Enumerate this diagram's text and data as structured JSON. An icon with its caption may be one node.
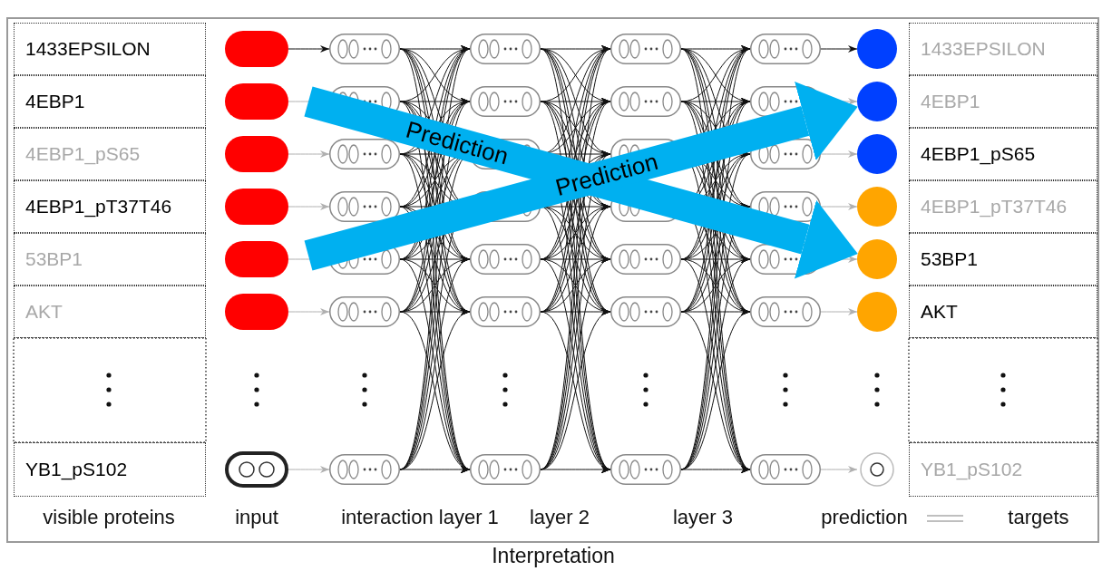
{
  "diagram": {
    "caption": "Interpretation",
    "nodes": [
      {
        "text": [
          "1433EPSILON"
        ]
      },
      {
        "text": [],
        "shape": "oval"
      },
      {
        "text": [],
        "shape": "capsule"
      },
      {
        "text": [],
        "shape": "capsule"
      },
      {
        "text": [],
        "shape": "capsule"
      },
      {
        "text": [],
        "shape": "capsule"
      },
      {
        "text": [],
        "shape": "circle"
      },
      {
        "text": [
          "1433EPSILON"
        ]
      },
      {
        "text": [
          "4EBP1"
        ]
      },
      {
        "text": [],
        "shape": "oval"
      },
      {
        "text": [],
        "shape": "capsule"
      },
      {
        "text": [],
        "shape": "capsule"
      },
      {
        "text": [],
        "shape": "capsule"
      },
      {
        "text": [],
        "shape": "capsule"
      },
      {
        "text": [],
        "shape": "circle"
      },
      {
        "text": [
          "4EBP1"
        ]
      },
      {
        "text": [
          "4EBP1_pS65"
        ]
      },
      {
        "text": [],
        "shape": "oval"
      },
      {
        "text": [],
        "shape": "capsule"
      },
      {
        "text": [],
        "shape": "capsule"
      },
      {
        "text": [],
        "shape": "capsule"
      },
      {
        "text": [],
        "shape": "capsule"
      },
      {
        "text": [],
        "shape": "circle"
      },
      {
        "text": [
          "4EBP1_pS65"
        ]
      },
      {
        "text": [
          "4EBP1_pT37T46"
        ]
      },
      {
        "text": [],
        "shape": "oval"
      },
      {
        "text": [],
        "shape": "capsule"
      },
      {
        "text": [],
        "shape": "capsule"
      },
      {
        "text": [],
        "shape": "capsule"
      },
      {
        "text": [],
        "shape": "capsule"
      },
      {
        "text": [],
        "shape": "circle"
      },
      {
        "text": [
          "4EBP1_pT37T46"
        ]
      },
      {
        "text": [
          "53BP1"
        ]
      },
      {
        "text": [],
        "shape": "oval"
      },
      {
        "text": [],
        "shape": "capsule"
      },
      {
        "text": [],
        "shape": "capsule"
      },
      {
        "text": [],
        "shape": "capsule"
      },
      {
        "text": [],
        "shape": "capsule"
      },
      {
        "text": [],
        "shape": "circle"
      },
      {
        "text": [
          "53BP1"
        ]
      },
      {
        "text": [
          "AKT"
        ]
      },
      {
        "text": [],
        "shape": "oval"
      },
      {
        "text": [],
        "shape": "capsule"
      },
      {
        "text": [],
        "shape": "capsule"
      },
      {
        "text": [],
        "shape": "capsule"
      },
      {
        "text": [],
        "shape": "capsule"
      },
      {
        "text": [],
        "shape": "circle"
      },
      {
        "text": [
          "AKT"
        ]
      },
      {
        "text": [
          "YB1_pS102"
        ]
      },
      {
        "text": [],
        "shape": "oval"
      },
      {
        "text": [],
        "shape": "capsule"
      },
      {
        "text": [],
        "shape": "capsule"
      },
      {
        "text": [],
        "shape": "capsule"
      },
      {
        "text": [],
        "shape": "capsule"
      },
      {
        "text": [],
        "shape": "circle"
      },
      {
        "text": [
          "YB1_pS102"
        ]
      }
    ],
    "edges": [
      {
        "from": 1,
        "to": 2,
        "arrow": "to"
      },
      {
        "from": 9,
        "to": 10,
        "arrow": "to",
        "color": "#b0b0b0"
      },
      {
        "from": 17,
        "to": 18,
        "arrow": "to",
        "color": "#b0b0b0"
      },
      {
        "from": 25,
        "to": 26,
        "arrow": "to",
        "color": "#b0b0b0"
      },
      {
        "from": 33,
        "to": 34,
        "arrow": "to",
        "color": "#b0b0b0"
      },
      {
        "from": 41,
        "to": 42,
        "arrow": "to",
        "color": "#b0b0b0"
      },
      {
        "from": 49,
        "to": 50,
        "arrow": "to",
        "color": "#b0b0b0"
      },
      {
        "from": 2,
        "to": 3,
        "arrow": "to"
      },
      {
        "from": 2,
        "to": 11,
        "arrow": "to"
      },
      {
        "from": 2,
        "to": 19,
        "arrow": "to"
      },
      {
        "from": 2,
        "to": 27,
        "arrow": "to"
      },
      {
        "from": 2,
        "to": 35,
        "arrow": "to"
      },
      {
        "from": 2,
        "to": 43,
        "arrow": "to"
      },
      {
        "from": 2,
        "to": 51,
        "arrow": "to"
      },
      {
        "from": 10,
        "to": 3,
        "arrow": "to"
      },
      {
        "from": 10,
        "to": 11,
        "arrow": "to"
      },
      {
        "from": 10,
        "to": 19,
        "arrow": "to"
      },
      {
        "from": 10,
        "to": 27,
        "arrow": "to"
      },
      {
        "from": 10,
        "to": 35,
        "arrow": "to"
      },
      {
        "from": 10,
        "to": 43,
        "arrow": "to"
      },
      {
        "from": 10,
        "to": 51,
        "arrow": "to"
      },
      {
        "from": 18,
        "to": 3,
        "arrow": "to"
      },
      {
        "from": 18,
        "to": 11,
        "arrow": "to"
      },
      {
        "from": 18,
        "to": 19,
        "arrow": "to"
      },
      {
        "from": 18,
        "to": 27,
        "arrow": "to"
      },
      {
        "from": 18,
        "to": 35,
        "arrow": "to"
      },
      {
        "from": 18,
        "to": 43,
        "arrow": "to"
      },
      {
        "from": 18,
        "to": 51,
        "arrow": "to"
      },
      {
        "from": 26,
        "to": 3,
        "arrow": "to"
      },
      {
        "from": 26,
        "to": 11,
        "arrow": "to"
      },
      {
        "from": 26,
        "to": 19,
        "arrow": "to"
      },
      {
        "from": 26,
        "to": 27,
        "arrow": "to"
      },
      {
        "from": 26,
        "to": 35,
        "arrow": "to"
      },
      {
        "from": 26,
        "to": 43,
        "arrow": "to"
      },
      {
        "from": 26,
        "to": 51,
        "arrow": "to"
      },
      {
        "from": 34,
        "to": 3,
        "arrow": "to"
      },
      {
        "from": 34,
        "to": 11,
        "arrow": "to"
      },
      {
        "from": 34,
        "to": 19,
        "arrow": "to"
      },
      {
        "from": 34,
        "to": 27,
        "arrow": "to"
      },
      {
        "from": 34,
        "to": 35,
        "arrow": "to"
      },
      {
        "from": 34,
        "to": 43,
        "arrow": "to"
      },
      {
        "from": 34,
        "to": 51,
        "arrow": "to"
      },
      {
        "from": 42,
        "to": 3,
        "arrow": "to"
      },
      {
        "from": 42,
        "to": 11,
        "arrow": "to"
      },
      {
        "from": 42,
        "to": 19,
        "arrow": "to"
      },
      {
        "from": 42,
        "to": 27,
        "arrow": "to"
      },
      {
        "from": 42,
        "to": 35,
        "arrow": "to"
      },
      {
        "from": 42,
        "to": 43,
        "arrow": "to"
      },
      {
        "from": 42,
        "to": 51,
        "arrow": "to"
      },
      {
        "from": 50,
        "to": 3,
        "arrow": "to"
      },
      {
        "from": 50,
        "to": 11,
        "arrow": "to"
      },
      {
        "from": 50,
        "to": 19,
        "arrow": "to"
      },
      {
        "from": 50,
        "to": 27,
        "arrow": "to"
      },
      {
        "from": 50,
        "to": 35,
        "arrow": "to"
      },
      {
        "from": 50,
        "to": 43,
        "arrow": "to"
      },
      {
        "from": 50,
        "to": 51,
        "arrow": "to"
      },
      {
        "from": 3,
        "to": 4,
        "arrow": "to"
      },
      {
        "from": 3,
        "to": 12,
        "arrow": "to"
      },
      {
        "from": 3,
        "to": 20,
        "arrow": "to"
      },
      {
        "from": 3,
        "to": 28,
        "arrow": "to"
      },
      {
        "from": 3,
        "to": 36,
        "arrow": "to"
      },
      {
        "from": 3,
        "to": 44,
        "arrow": "to"
      },
      {
        "from": 3,
        "to": 52,
        "arrow": "to"
      },
      {
        "from": 11,
        "to": 4,
        "arrow": "to"
      },
      {
        "from": 11,
        "to": 12,
        "arrow": "to"
      },
      {
        "from": 11,
        "to": 20,
        "arrow": "to"
      },
      {
        "from": 11,
        "to": 28,
        "arrow": "to"
      },
      {
        "from": 11,
        "to": 36,
        "arrow": "to"
      },
      {
        "from": 11,
        "to": 44,
        "arrow": "to"
      },
      {
        "from": 11,
        "to": 52,
        "arrow": "to"
      },
      {
        "from": 19,
        "to": 4,
        "arrow": "to"
      },
      {
        "from": 19,
        "to": 12,
        "arrow": "to"
      },
      {
        "from": 19,
        "to": 20,
        "arrow": "to"
      },
      {
        "from": 19,
        "to": 28,
        "arrow": "to"
      },
      {
        "from": 19,
        "to": 36,
        "arrow": "to"
      },
      {
        "from": 19,
        "to": 44,
        "arrow": "to"
      },
      {
        "from": 19,
        "to": 52,
        "arrow": "to"
      },
      {
        "from": 27,
        "to": 4,
        "arrow": "to"
      },
      {
        "from": 27,
        "to": 12,
        "arrow": "to"
      },
      {
        "from": 27,
        "to": 20,
        "arrow": "to"
      },
      {
        "from": 27,
        "to": 28,
        "arrow": "to"
      },
      {
        "from": 27,
        "to": 36,
        "arrow": "to"
      },
      {
        "from": 27,
        "to": 44,
        "arrow": "to"
      },
      {
        "from": 27,
        "to": 52,
        "arrow": "to"
      },
      {
        "from": 35,
        "to": 4,
        "arrow": "to"
      },
      {
        "from": 35,
        "to": 12,
        "arrow": "to"
      },
      {
        "from": 35,
        "to": 20,
        "arrow": "to"
      },
      {
        "from": 35,
        "to": 28,
        "arrow": "to"
      },
      {
        "from": 35,
        "to": 36,
        "arrow": "to"
      },
      {
        "from": 35,
        "to": 44,
        "arrow": "to"
      },
      {
        "from": 35,
        "to": 52,
        "arrow": "to"
      },
      {
        "from": 43,
        "to": 4,
        "arrow": "to"
      },
      {
        "from": 43,
        "to": 12,
        "arrow": "to"
      },
      {
        "from": 43,
        "to": 20,
        "arrow": "to"
      },
      {
        "from": 43,
        "to": 28,
        "arrow": "to"
      },
      {
        "from": 43,
        "to": 36,
        "arrow": "to"
      },
      {
        "from": 43,
        "to": 44,
        "arrow": "to"
      },
      {
        "from": 43,
        "to": 52,
        "arrow": "to"
      },
      {
        "from": 51,
        "to": 4,
        "arrow": "to"
      },
      {
        "from": 51,
        "to": 12,
        "arrow": "to"
      },
      {
        "from": 51,
        "to": 20,
        "arrow": "to"
      },
      {
        "from": 51,
        "to": 28,
        "arrow": "to"
      },
      {
        "from": 51,
        "to": 36,
        "arrow": "to"
      },
      {
        "from": 51,
        "to": 44,
        "arrow": "to"
      },
      {
        "from": 51,
        "to": 52,
        "arrow": "to"
      },
      {
        "from": 4,
        "to": 5,
        "arrow": "to"
      },
      {
        "from": 4,
        "to": 13,
        "arrow": "to"
      },
      {
        "from": 4,
        "to": 21,
        "arrow": "to"
      },
      {
        "from": 4,
        "to": 29,
        "arrow": "to"
      },
      {
        "from": 4,
        "to": 37,
        "arrow": "to"
      },
      {
        "from": 4,
        "to": 45,
        "arrow": "to"
      },
      {
        "from": 4,
        "to": 53,
        "arrow": "to"
      },
      {
        "from": 12,
        "to": 5,
        "arrow": "to"
      },
      {
        "from": 12,
        "to": 13,
        "arrow": "to"
      },
      {
        "from": 12,
        "to": 21,
        "arrow": "to"
      },
      {
        "from": 12,
        "to": 29,
        "arrow": "to"
      },
      {
        "from": 12,
        "to": 37,
        "arrow": "to"
      },
      {
        "from": 12,
        "to": 45,
        "arrow": "to"
      },
      {
        "from": 12,
        "to": 53,
        "arrow": "to"
      },
      {
        "from": 20,
        "to": 5,
        "arrow": "to"
      },
      {
        "from": 20,
        "to": 13,
        "arrow": "to"
      },
      {
        "from": 20,
        "to": 21,
        "arrow": "to"
      },
      {
        "from": 20,
        "to": 29,
        "arrow": "to"
      },
      {
        "from": 20,
        "to": 37,
        "arrow": "to"
      },
      {
        "from": 20,
        "to": 45,
        "arrow": "to"
      },
      {
        "from": 20,
        "to": 53,
        "arrow": "to"
      },
      {
        "from": 28,
        "to": 5,
        "arrow": "to"
      },
      {
        "from": 28,
        "to": 13,
        "arrow": "to"
      },
      {
        "from": 28,
        "to": 21,
        "arrow": "to"
      },
      {
        "from": 28,
        "to": 29,
        "arrow": "to"
      },
      {
        "from": 28,
        "to": 37,
        "arrow": "to"
      },
      {
        "from": 28,
        "to": 45,
        "arrow": "to"
      },
      {
        "from": 28,
        "to": 53,
        "arrow": "to"
      },
      {
        "from": 36,
        "to": 5,
        "arrow": "to"
      },
      {
        "from": 36,
        "to": 13,
        "arrow": "to"
      },
      {
        "from": 36,
        "to": 21,
        "arrow": "to"
      },
      {
        "from": 36,
        "to": 29,
        "arrow": "to"
      },
      {
        "from": 36,
        "to": 37,
        "arrow": "to"
      },
      {
        "from": 36,
        "to": 45,
        "arrow": "to"
      },
      {
        "from": 36,
        "to": 53,
        "arrow": "to"
      },
      {
        "from": 44,
        "to": 5,
        "arrow": "to"
      },
      {
        "from": 44,
        "to": 13,
        "arrow": "to"
      },
      {
        "from": 44,
        "to": 21,
        "arrow": "to"
      },
      {
        "from": 44,
        "to": 29,
        "arrow": "to"
      },
      {
        "from": 44,
        "to": 37,
        "arrow": "to"
      },
      {
        "from": 44,
        "to": 45,
        "arrow": "to"
      },
      {
        "from": 44,
        "to": 53,
        "arrow": "to"
      },
      {
        "from": 52,
        "to": 5,
        "arrow": "to"
      },
      {
        "from": 52,
        "to": 13,
        "arrow": "to"
      },
      {
        "from": 52,
        "to": 21,
        "arrow": "to"
      },
      {
        "from": 52,
        "to": 29,
        "arrow": "to"
      },
      {
        "from": 52,
        "to": 37,
        "arrow": "to"
      },
      {
        "from": 52,
        "to": 45,
        "arrow": "to"
      },
      {
        "from": 52,
        "to": 53,
        "arrow": "to"
      },
      {
        "from": 5,
        "to": 6,
        "arrow": "to"
      },
      {
        "from": 13,
        "to": 14,
        "arrow": "to",
        "color": "#b0b0b0"
      },
      {
        "from": 21,
        "to": 22,
        "arrow": "to",
        "color": "#b0b0b0"
      },
      {
        "from": 29,
        "to": 30,
        "arrow": "to",
        "color": "#b0b0b0"
      },
      {
        "from": 37,
        "to": 38,
        "arrow": "to",
        "color": "#b0b0b0"
      },
      {
        "from": 45,
        "to": 46,
        "arrow": "to",
        "color": "#b0b0b0"
      },
      {
        "from": 53,
        "to": 54,
        "arrow": "to",
        "color": "#b0b0b0"
      },
      {
        "from": null,
        "to": 38,
        "arrow": "to",
        "label": "Prediction",
        "style": "thick",
        "color": "#00b0f0"
      },
      {
        "from": null,
        "to": 14,
        "arrow": "to",
        "label": "Prediction",
        "style": "thick",
        "color": "#00b0f0"
      }
    ],
    "labels": [
      "visible proteins",
      "input",
      "interaction layer 1",
      "layer 2",
      "layer 3",
      "prediction",
      "targets"
    ]
  }
}
